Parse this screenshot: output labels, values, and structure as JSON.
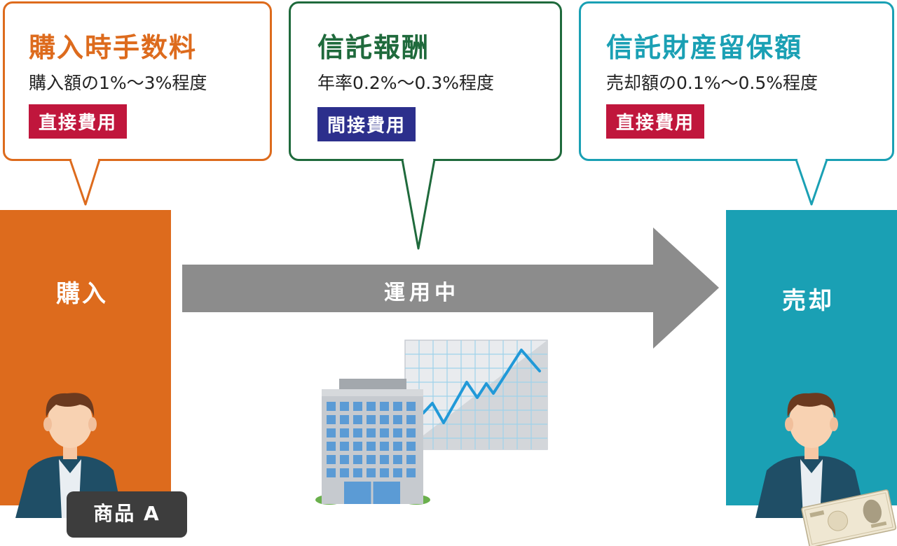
{
  "colors": {
    "orange": "#dd6b1d",
    "green": "#1f6a3c",
    "teal": "#1aa0b4",
    "arrow_gray": "#8c8c8c",
    "direct_badge": "#c0163c",
    "indirect_badge": "#2c2f8c",
    "graph_line": "#2199d8"
  },
  "bubbles": [
    {
      "title": "購入時手数料",
      "desc": "購入額の1%～3%程度",
      "badge": "直接費用"
    },
    {
      "title": "信託報酬",
      "desc": "年率0.2%～0.3%程度",
      "badge": "間接費用"
    },
    {
      "title": "信託財産留保額",
      "desc": "売却額の0.1%～0.5%程度",
      "badge": "直接費用"
    }
  ],
  "stages": {
    "purchase": "購入",
    "holding": "運用中",
    "sale": "売却"
  },
  "product_tag": "商品 A",
  "icons": [
    "investor-person-icon",
    "office-building-icon",
    "rising-chart-icon",
    "banknote-icon"
  ]
}
